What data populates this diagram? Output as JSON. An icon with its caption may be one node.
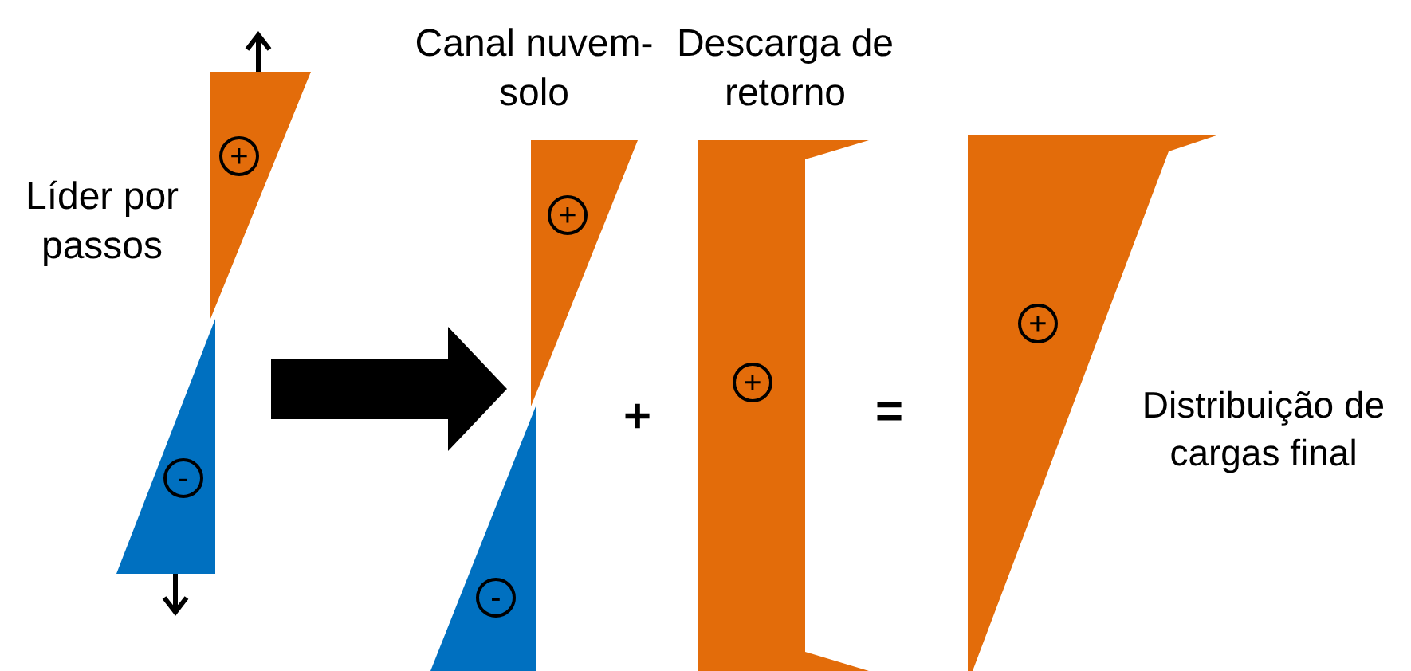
{
  "diagram": {
    "nodes": [
      {
        "text": [
          "+"
        ]
      },
      {
        "text": [
          "-"
        ]
      },
      {
        "text": [
          "+"
        ]
      },
      {
        "text": [
          "-"
        ]
      },
      {
        "text": [
          "+"
        ]
      },
      {
        "text": [
          "+"
        ]
      }
    ],
    "edges": [
      {
        "from": 1,
        "to": 2,
        "arrow": "to",
        "style": "thick"
      }
    ],
    "labels": [
      "Líder por passos",
      "Canal nuvem-solo",
      "Descarga de retorno",
      "+",
      "=",
      "Distribuição de cargas final"
    ]
  }
}
